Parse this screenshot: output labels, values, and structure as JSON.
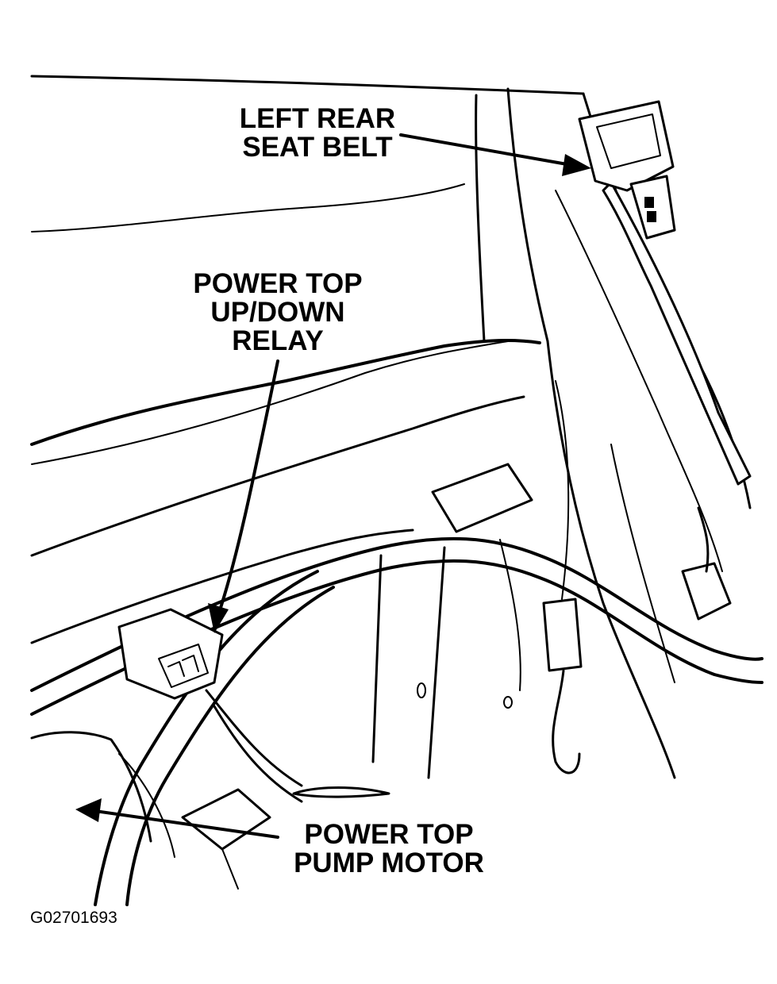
{
  "callouts": {
    "seat_belt": {
      "line1": "LEFT REAR",
      "line2": "SEAT BELT"
    },
    "relay": {
      "line1": "POWER TOP",
      "line2": "UP/DOWN",
      "line3": "RELAY"
    },
    "pump_motor": {
      "line1": "POWER TOP",
      "line2": "PUMP MOTOR"
    }
  },
  "figure_code": "G02701693"
}
